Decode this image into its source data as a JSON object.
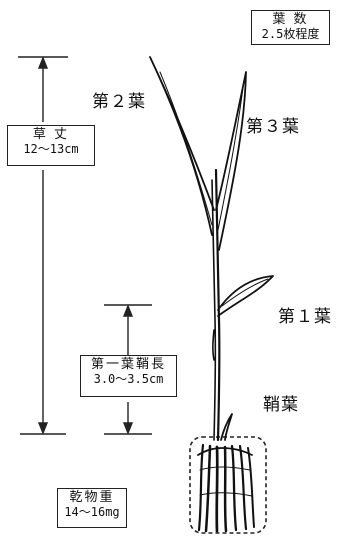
{
  "labels": {
    "leaf_count_title": "葉 数",
    "leaf_count_value": "2.5枚程度",
    "leaf2": "第２葉",
    "leaf3": "第３葉",
    "leaf1": "第１葉",
    "coleoptile": "鞘葉",
    "plant_height_title": "草 丈",
    "plant_height_value": "12～13cm",
    "first_sheath_title": "第一葉鞘長",
    "first_sheath_value": "3.0～3.5cm",
    "dry_weight_title": "乾物重",
    "dry_weight_value": "14～16mg"
  },
  "colors": {
    "ink": "#111111",
    "background": "#ffffff"
  }
}
